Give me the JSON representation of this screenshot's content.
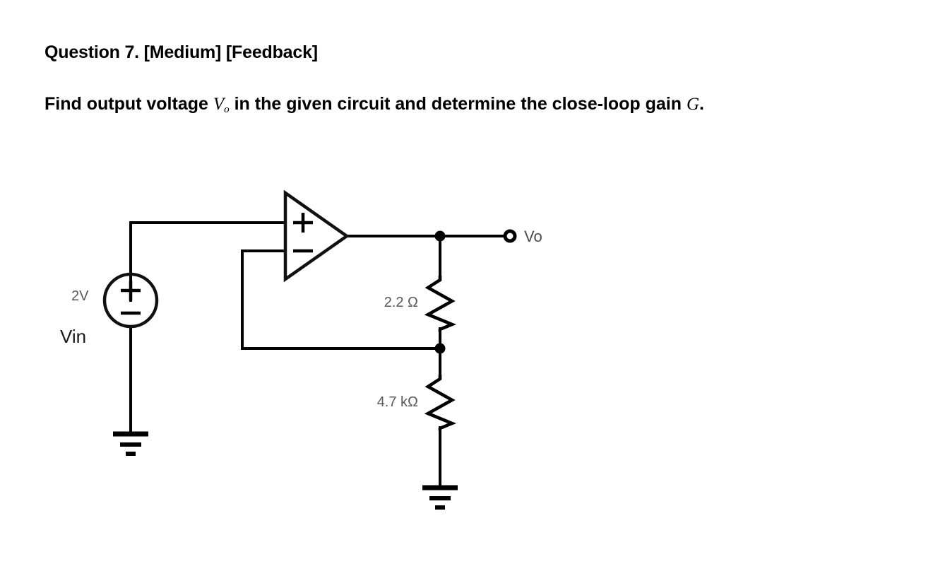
{
  "question": {
    "heading": "Question 7. [Medium] [Feedback]",
    "body_part1": "Find output voltage ",
    "body_var_v": "V",
    "body_var_v_sub": "o",
    "body_part2": " in the given circuit and determine the close-loop gain ",
    "body_var_g": "G",
    "body_part3": "."
  },
  "circuit": {
    "type": "non-inverting-op-amp",
    "source": {
      "label_value": "2V",
      "label_name": "Vin",
      "polarity_top": "+",
      "polarity_bottom": "−"
    },
    "opamp": {
      "input_plus": "+",
      "input_minus": "−"
    },
    "resistors": [
      {
        "id": "r-feedback",
        "label": "2.2 Ω"
      },
      {
        "id": "r-ground",
        "label": "4.7 kΩ"
      }
    ],
    "output_terminal": {
      "label": "Vo"
    },
    "grounds": [
      {
        "id": "ground-source"
      },
      {
        "id": "ground-divider"
      }
    ],
    "colors": {
      "wire": "#000000",
      "label_grey": "#5a5a5a",
      "label_dark": "#1a1a1a",
      "background": "#ffffff"
    }
  }
}
